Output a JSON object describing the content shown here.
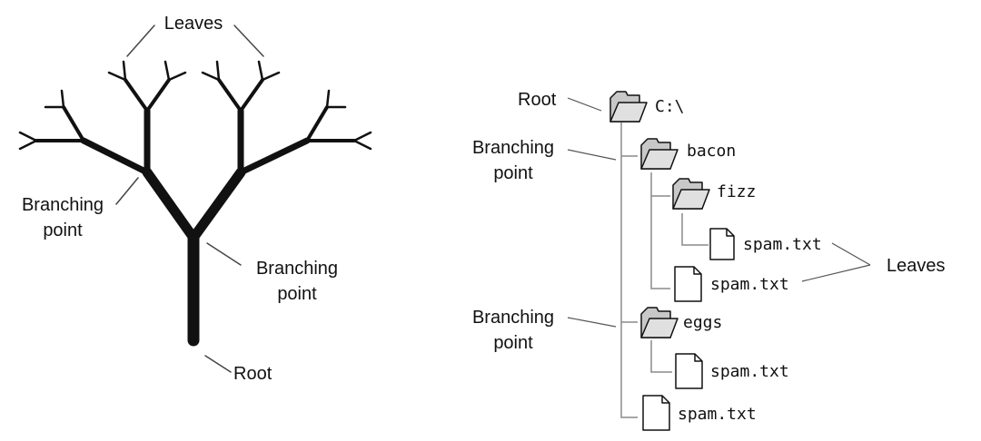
{
  "tree_diagram": {
    "leaves_label": "Leaves",
    "branching_point_left": "Branching\npoint",
    "branching_point_right": "Branching\npoint",
    "root_label": "Root"
  },
  "filesystem_diagram": {
    "root_label": "Root",
    "root_folder": "C:\\",
    "branching_point_upper": "Branching\npoint",
    "branching_point_lower": "Branching\npoint",
    "folder_bacon": "bacon",
    "folder_fizz": "fizz",
    "file_fizz_spam": "spam.txt",
    "file_bacon_spam": "spam.txt",
    "folder_eggs": "eggs",
    "file_eggs_spam": "spam.txt",
    "file_root_spam": "spam.txt",
    "leaves_label": "Leaves"
  },
  "colors": {
    "ink": "#111111",
    "leader_line": "#555555",
    "folder_fill": "#c8c8c8",
    "tree_line": "#8a8a8a"
  }
}
